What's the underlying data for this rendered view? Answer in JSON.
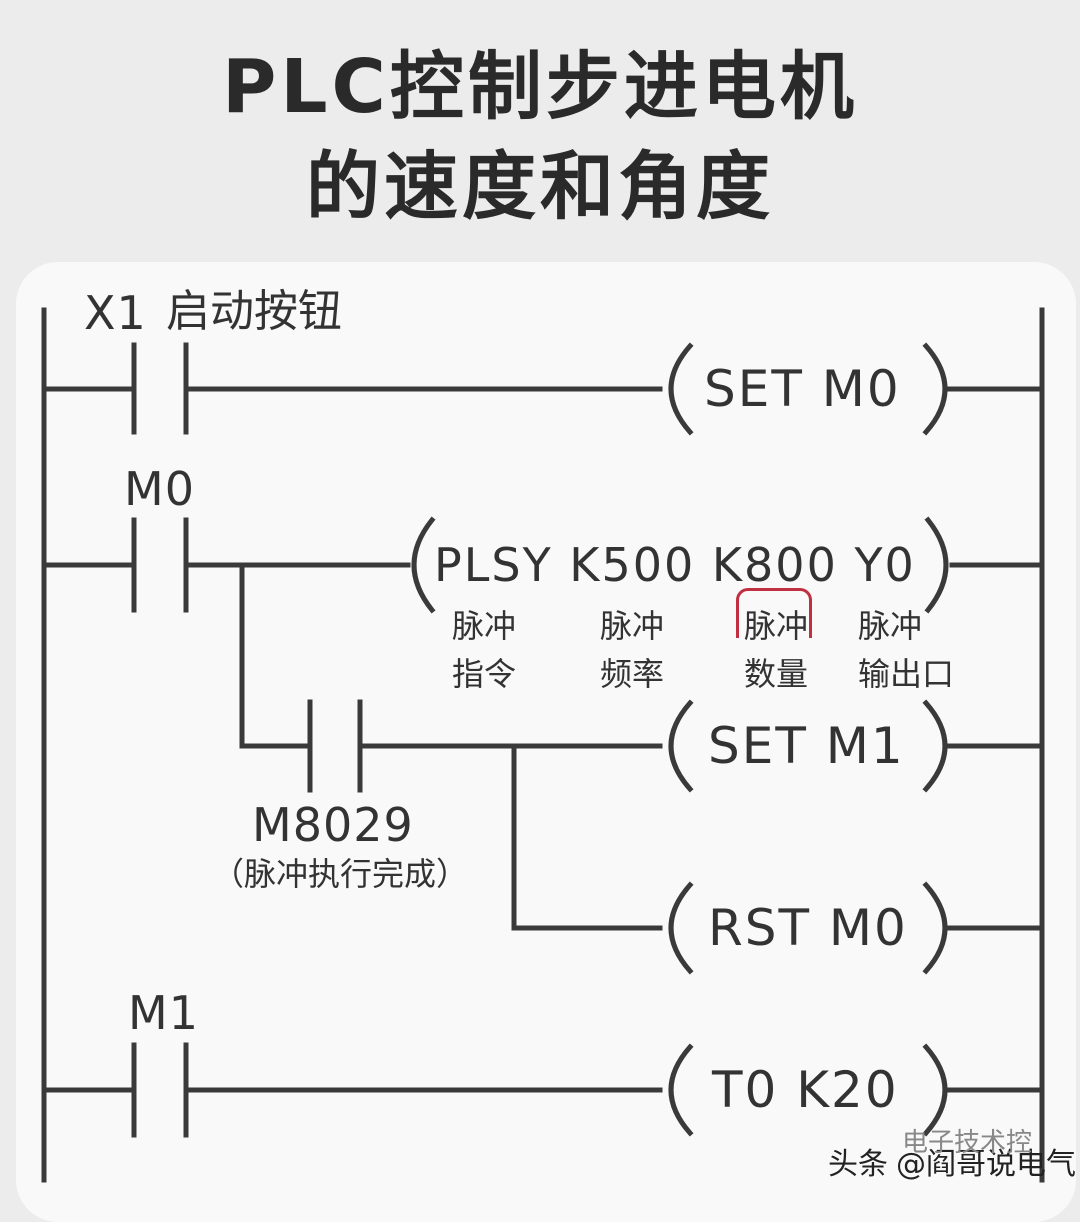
{
  "title": {
    "line1": "PLC控制步进电机",
    "line2": "的速度和角度"
  },
  "rung1": {
    "contact": "X1",
    "contact_desc": "启动按钮",
    "coil": "SET M0"
  },
  "rung2": {
    "contact": "M0",
    "instruction": "PLSY K500 K800 Y0",
    "annotations": [
      {
        "line1": "脉冲",
        "line2": "指令"
      },
      {
        "line1": "脉冲",
        "line2": "频率"
      },
      {
        "line1": "脉冲",
        "line2": "数量"
      },
      {
        "line1": "脉冲",
        "line2": "输出口"
      }
    ],
    "highlight_color": "#c03040",
    "branch_contact": "M8029",
    "branch_contact_desc": "（脉冲执行完成）",
    "branch_coil1": "SET M1",
    "branch_coil2": "RST M0"
  },
  "rung3": {
    "contact": "M1",
    "coil": "T0 K20"
  },
  "watermark": {
    "left": "头条",
    "right": "@阎哥说电气",
    "overlay": "电子技术控"
  }
}
